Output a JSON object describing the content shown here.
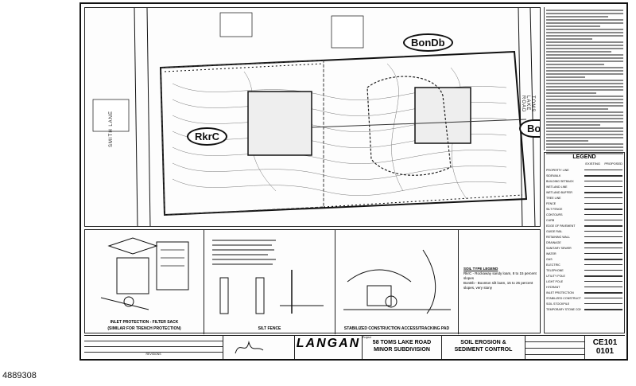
{
  "plan": {
    "soil_labels": [
      "BonDb",
      "RkrC",
      "Bo"
    ],
    "road_left": "SMITH LANE",
    "road_right": "TOMS LAKE ROAD"
  },
  "legend": {
    "title": "LEGEND",
    "col_existing": "EXISTING",
    "col_proposed": "PROPOSED",
    "items": [
      "PROPERTY LINE",
      "SIDEWALK",
      "BUILDING SETBACK",
      "WETLAND LINE",
      "WETLAND BUFFER",
      "TREE LINE",
      "FENCE",
      "SILT FENCE",
      "CONTOURS",
      "CURB",
      "EDGE OF PAVEMENT",
      "GUIDE RAIL",
      "RETAINING WALL",
      "DRAINAGE",
      "SANITARY SEWER",
      "WATER",
      "GAS",
      "ELECTRIC",
      "TELEPHONE",
      "UTILITY POLE",
      "LIGHT POLE",
      "HYDRANT",
      "INLET PROTECTION",
      "STABILIZED CONSTRUCTION ENTRANCE",
      "SOIL STOCKPILE",
      "TEMPORARY STONE CONSTRUCTION ENTRANCE"
    ]
  },
  "details": {
    "inlet_title": "INLET PROTECTION - FILTER SACK",
    "inlet_subtitle": "(SIMILAR FOR TRENCH PROTECTION)",
    "silt_title": "SILT FENCE",
    "pad_title": "STABILIZED CONSTRUCTION ACCESS/TRACKING PAD",
    "soil_legend": {
      "title": "SOIL TYPE LEGEND",
      "items": [
        "RkrC - Rockaway sandy loam, 8 to 15 percent slopes",
        "BonDb - Boonton silt loam, 15 to 25 percent slopes, very stony"
      ]
    }
  },
  "titleblock": {
    "firm": "LANGAN",
    "project_label": "Project",
    "project_line1": "58 TOMS LAKE ROAD",
    "project_line2": "MINOR SUBDIVISION",
    "drawing_title_line1": "SOIL EROSION &",
    "drawing_title_line2": "SEDIMENT CONTROL",
    "drawing_no_line1": "CE101",
    "drawing_no_line2": "0101",
    "revisions_label": "REVISIONS"
  },
  "listing_number": "4889308"
}
